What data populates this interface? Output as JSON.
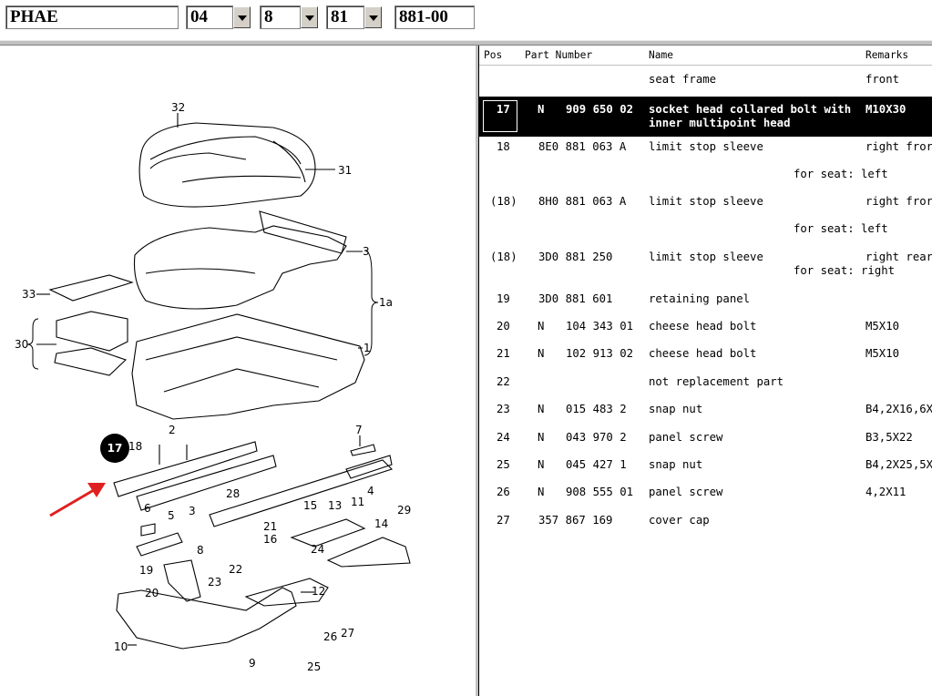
{
  "toolbar": {
    "model": "PHAE",
    "sel1": "04",
    "sel2": "8",
    "sel3": "81",
    "group": "881-00"
  },
  "diagram": {
    "highlighted_callout": "17",
    "callouts": [
      "32",
      "31",
      "3",
      "1a",
      "1",
      "33",
      "30",
      "2",
      "7",
      "17",
      "18",
      "28",
      "3",
      "4",
      "6",
      "5",
      "15",
      "13",
      "11",
      "29",
      "21",
      "16",
      "14",
      "8",
      "24",
      "19",
      "22",
      "20",
      "23",
      "12",
      "10",
      "26",
      "27",
      "9",
      "25"
    ]
  },
  "table": {
    "headers": [
      "Pos",
      "Part Number",
      "Name",
      "Remarks"
    ],
    "rows": [
      {
        "pos": "",
        "n": "",
        "part": "",
        "name": "seat frame",
        "remark": "front",
        "name2": "",
        "remark2": ""
      },
      {
        "pos": "17",
        "n": "N",
        "part": "909 650 02",
        "name": "socket head collared bolt with",
        "remark": "M10X30",
        "name2": "inner multipoint head",
        "remark2": "",
        "selected": true
      },
      {
        "pos": "18",
        "n": "",
        "part": "8E0 881 063 A",
        "name": "limit stop sleeve",
        "remark": "right fror",
        "name2": "",
        "remark2": "for seat: left"
      },
      {
        "pos": "(18)",
        "n": "",
        "part": "8H0 881 063 A",
        "name": "limit stop sleeve",
        "remark": "right fror",
        "name2": "",
        "remark2": "for seat: left"
      },
      {
        "pos": "(18)",
        "n": "",
        "part": "3D0 881 250",
        "name": "limit stop sleeve",
        "remark": "right rear",
        "name2": "",
        "remark2": "for seat: right"
      },
      {
        "pos": "19",
        "n": "",
        "part": "3D0 881 601",
        "name": "retaining panel",
        "remark": "",
        "name2": "",
        "remark2": ""
      },
      {
        "pos": "20",
        "n": "N",
        "part": "104 343 01",
        "name": "cheese head bolt",
        "remark": "M5X10",
        "name2": "",
        "remark2": ""
      },
      {
        "pos": "21",
        "n": "N",
        "part": "102 913 02",
        "name": "cheese head bolt",
        "remark": "M5X10",
        "name2": "",
        "remark2": ""
      },
      {
        "pos": "22",
        "n": "",
        "part": "",
        "name": "not replacement part",
        "remark": "",
        "name2": "",
        "remark2": ""
      },
      {
        "pos": "23",
        "n": "N",
        "part": "015 483 2",
        "name": "snap nut",
        "remark": "B4,2X16,6X",
        "name2": "",
        "remark2": ""
      },
      {
        "pos": "24",
        "n": "N",
        "part": "043 970 2",
        "name": "panel screw",
        "remark": "B3,5X22",
        "name2": "",
        "remark2": ""
      },
      {
        "pos": "25",
        "n": "N",
        "part": "045 427 1",
        "name": "snap nut",
        "remark": "B4,2X25,5X",
        "name2": "",
        "remark2": ""
      },
      {
        "pos": "26",
        "n": "N",
        "part": "908 555 01",
        "name": "panel screw",
        "remark": "4,2X11",
        "name2": "",
        "remark2": ""
      },
      {
        "pos": "27",
        "n": "",
        "part": "357 867 169",
        "name": "cover cap",
        "remark": "",
        "name2": "",
        "remark2": ""
      }
    ]
  }
}
